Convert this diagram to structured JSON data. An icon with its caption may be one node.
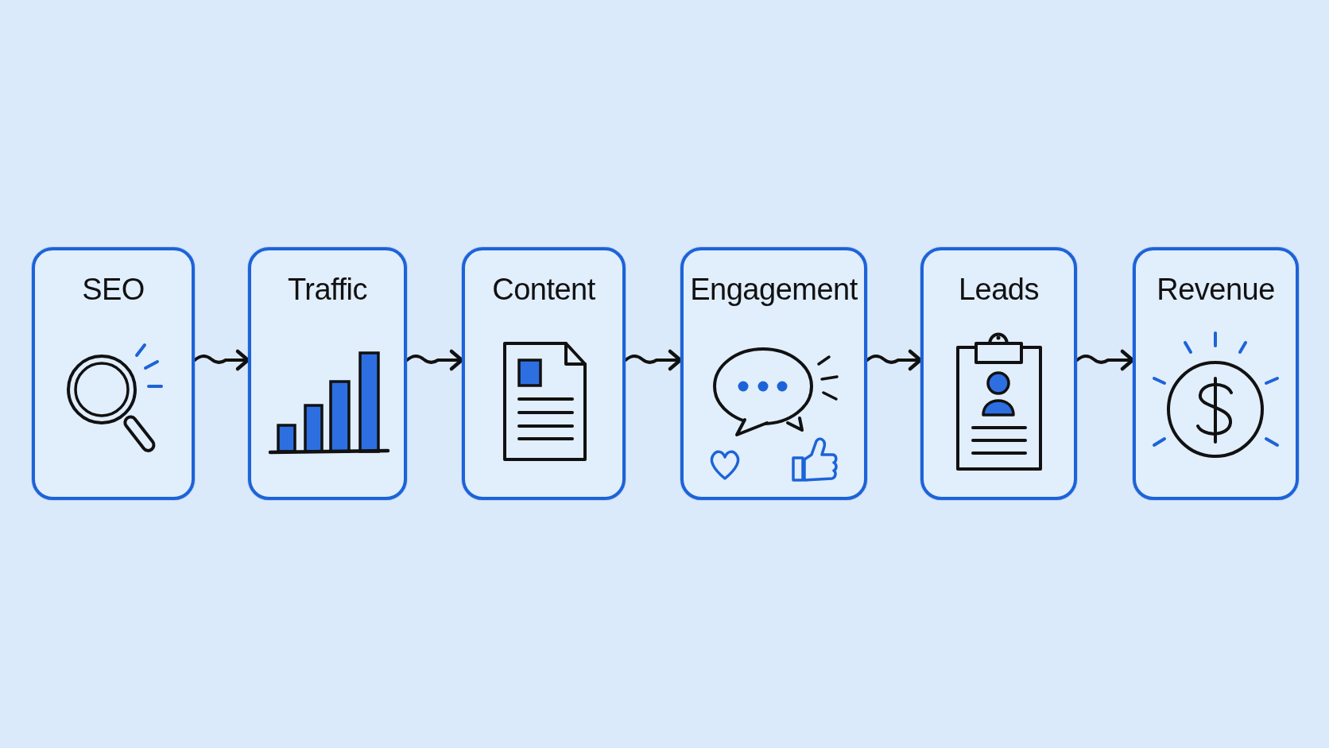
{
  "diagram": {
    "nodes": [
      {
        "text": [
          "SEO"
        ]
      },
      {
        "text": [
          "Traffic"
        ]
      },
      {
        "text": [
          "Content"
        ]
      },
      {
        "text": [
          "Engagement"
        ]
      },
      {
        "text": [
          "Leads"
        ]
      },
      {
        "text": [
          "Revenue"
        ]
      }
    ],
    "edges": [
      {
        "from": 0,
        "to": 1,
        "arrow": "to"
      },
      {
        "from": 1,
        "to": 2,
        "arrow": "to"
      },
      {
        "from": 2,
        "to": 3,
        "arrow": "to"
      },
      {
        "from": 3,
        "to": 4,
        "arrow": "to"
      },
      {
        "from": 4,
        "to": 5,
        "arrow": "to"
      }
    ]
  }
}
